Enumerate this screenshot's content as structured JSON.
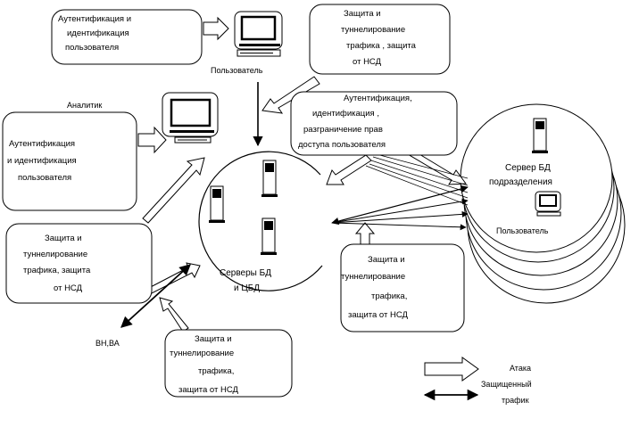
{
  "boxes": {
    "auth_user_top": [
      "Аутентификация  и",
      "идентификация",
      "пользователя"
    ],
    "protect_top": [
      "Защита  и",
      "туннелирование",
      "трафика , защита",
      "от НСД"
    ],
    "auth_analyst": [
      "Аутентификация",
      "и идентификация",
      "пользователя"
    ],
    "auth_access": [
      "Аутентификация,",
      "идентификация ,",
      "разграничение прав",
      "доступа пользователя"
    ],
    "protect_left": [
      "Защита  и",
      "туннелирование",
      "трафика, защита",
      "от НСД"
    ],
    "protect_right": [
      "Защита  и",
      "туннелирование",
      "трафика,",
      "защита от НСД"
    ],
    "protect_bottom": [
      "Защита  и",
      "туннелирование",
      "трафика,",
      "защита от НСД"
    ]
  },
  "labels": {
    "user_top": "Пользователь",
    "analyst": "Аналитик",
    "servers": [
      "Серверы БД",
      "и  ЦБД"
    ],
    "branch_server": [
      "Сервер БД",
      "подразделения"
    ],
    "branch_user": "Пользователь",
    "vn_va": "ВН,ВА"
  },
  "legend": {
    "attack": "Атака",
    "protected": [
      "Защищенный",
      "трафик"
    ]
  }
}
